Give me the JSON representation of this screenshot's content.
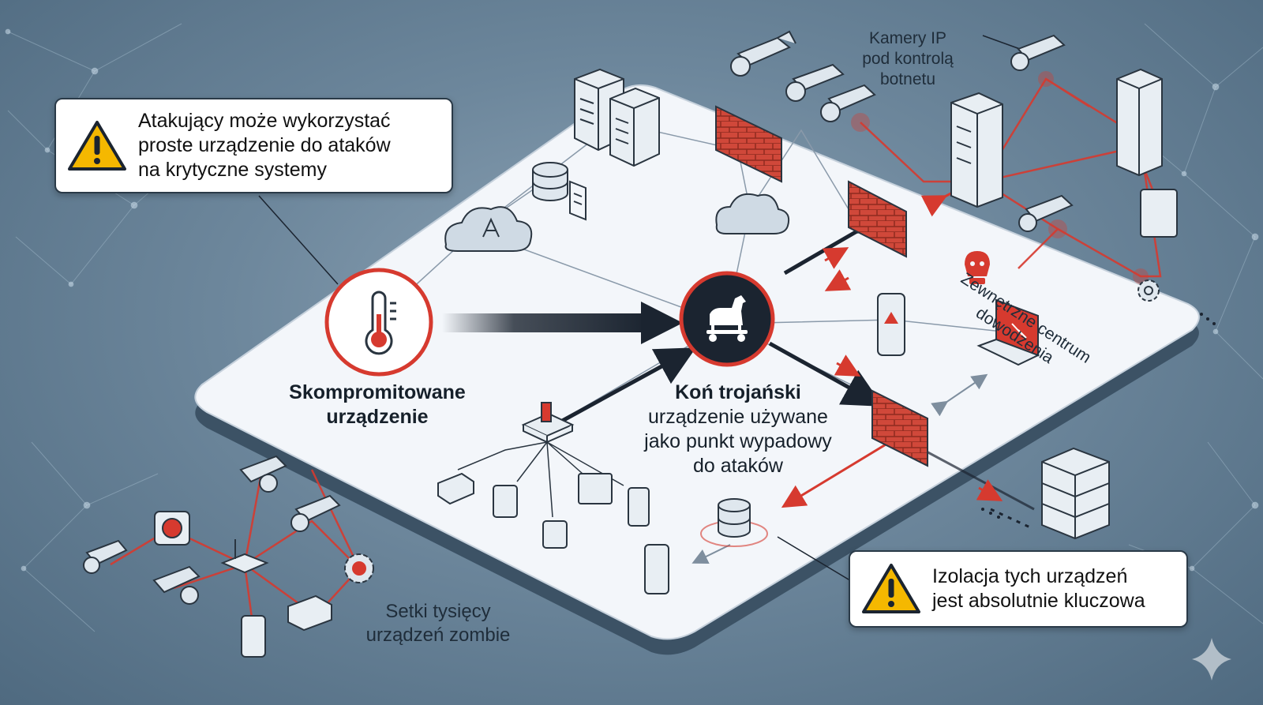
{
  "callouts": {
    "top": [
      "Atakujący może wykorzystać",
      "proste urządzenie do ataków",
      "na krytyczne systemy"
    ],
    "bottom": [
      "Izolacja tych urządzeń",
      "jest absolutnie kluczowa"
    ]
  },
  "labels": {
    "compromised": [
      "Skompromitowane",
      "urządzenie"
    ],
    "trojan_title": "Koń trojański",
    "trojan_desc": [
      "urządzenie używane",
      "jako punkt wypadowy",
      "do ataków"
    ],
    "cameras": [
      "Kamery IP",
      "pod kontrolą",
      "botnetu"
    ],
    "command_center": [
      "Zewnętrzne centrum",
      "dowodzenia"
    ],
    "zombies": [
      "Setki tysięcy",
      "urządzeń zombie"
    ]
  },
  "colors": {
    "platform": "#f3f6fa",
    "node_dark": "#1b2430",
    "alert_red": "#d63a2f",
    "link_gray": "#8a9aaa",
    "brick": "#d0483a"
  },
  "icons": [
    "warning-icon",
    "thermometer-icon",
    "trojan-horse-icon",
    "server-icon",
    "firewall-icon",
    "cloud-icon",
    "database-icon",
    "camera-icon",
    "laptop-icon",
    "smartphone-icon",
    "router-icon",
    "skull-icon",
    "gear-icon"
  ]
}
